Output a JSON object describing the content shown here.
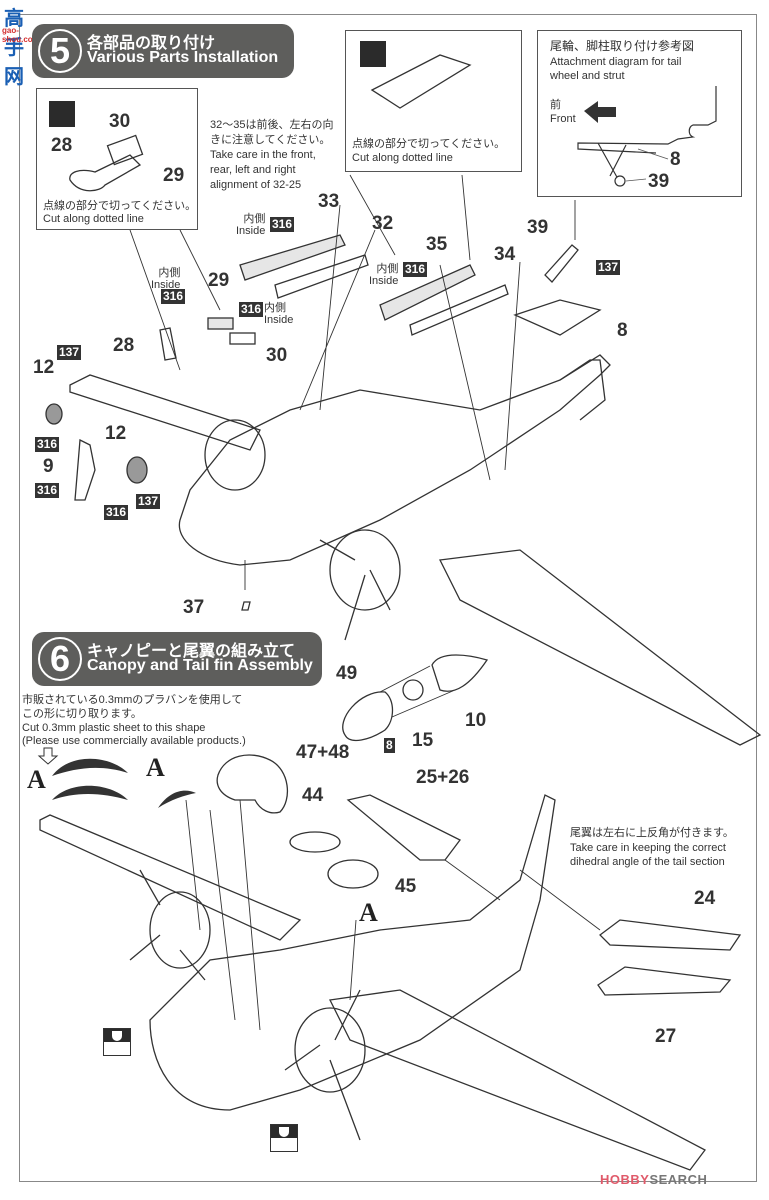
{
  "site_logo": {
    "chars": "高手网",
    "url_text": "gao-shou.com"
  },
  "step5": {
    "number": "5",
    "title_jp": "各部品の取り付け",
    "title_en": "Various Parts Installation",
    "cut_box_left": {
      "note_jp": "点線の部分で切ってください。",
      "note_en": "Cut along dotted line",
      "parts": [
        "30",
        "28",
        "29"
      ]
    },
    "alignment_note": {
      "jp_line1": "32～35は前後、左右の向",
      "jp_line2": "きに注意してください。",
      "en_line1": "Take care in the front,",
      "en_line2": "rear, left and right",
      "en_line3": "alignment of 32-25"
    },
    "cut_box_mid": {
      "note_jp": "点線の部分で切ってください。",
      "note_en": "Cut along dotted line"
    },
    "tail_box": {
      "title_jp": "尾輪、脚柱取り付け参考図",
      "title_en_1": "Attachment diagram for tail",
      "title_en_2": "wheel and strut",
      "front_jp": "前",
      "front_en": "Front",
      "parts": [
        "8",
        "39"
      ]
    },
    "inside_jp": "内側",
    "inside_en": "Inside",
    "part_labels": [
      "33",
      "32",
      "29",
      "30",
      "35",
      "34",
      "39",
      "8",
      "28",
      "12",
      "12",
      "9",
      "37"
    ],
    "paint_codes": [
      "316",
      "137",
      "8"
    ]
  },
  "step6": {
    "number": "6",
    "title_jp": "キャノピーと尾翼の組み立て",
    "title_en": "Canopy and Tail fin Assembly",
    "sheet_note": {
      "jp_line1": "市販されている0.3mmのプラバンを使用して",
      "jp_line2": "この形に切り取ります。",
      "en_line1": "Cut 0.3mm plastic sheet to this shape",
      "en_line2": "(Please use commercially available products.)"
    },
    "marker": "A",
    "part_labels": [
      "49",
      "15",
      "10",
      "47+48",
      "44",
      "45",
      "25+26",
      "24",
      "27"
    ],
    "tail_note": {
      "jp": "尾翼は左右に上反角が付きます。",
      "en_line1": "Take care in keeping the correct",
      "en_line2": "dihedral angle of the tail section"
    }
  },
  "watermark": {
    "part1": "HOBBY",
    "part2": "SEARCH"
  },
  "colors": {
    "banner": "#5e5e5c",
    "ink": "#222222",
    "watermark_red": "#e05a6a",
    "watermark_gray": "#777777"
  }
}
